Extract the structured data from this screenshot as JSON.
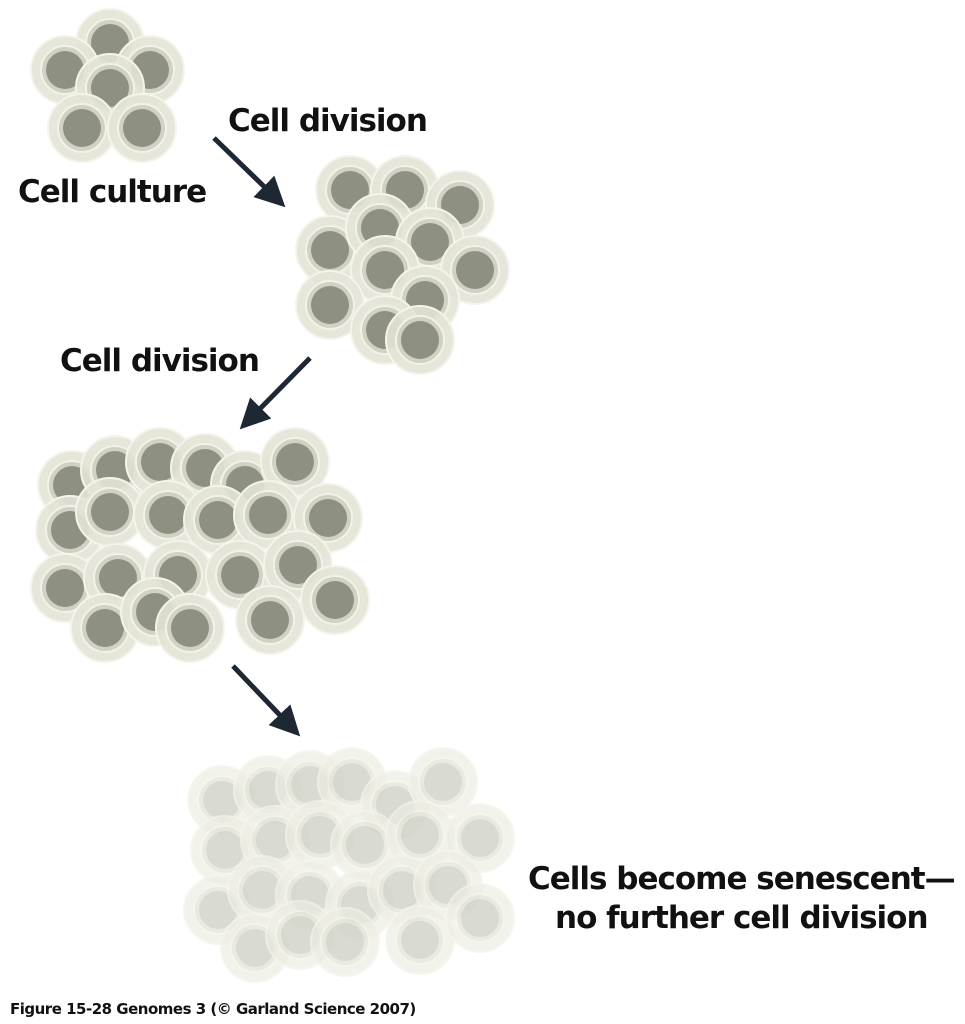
{
  "labels": {
    "cell_culture": "Cell culture",
    "division_1": "Cell division",
    "division_2": "Cell division",
    "senescent_line1": "Cells become senescent—",
    "senescent_line2": "no further cell division"
  },
  "caption": "Figure 15-28  Genomes 3 (© Garland Science 2007)",
  "colors": {
    "cell_outer": "#e3e3d6",
    "cell_ring": "#d2d2c4",
    "nucleus": "#8e9181",
    "senescent_outer": "#ecece2",
    "senescent_nucleus": "#cdcfc4",
    "arrow": "#1e2833"
  }
}
